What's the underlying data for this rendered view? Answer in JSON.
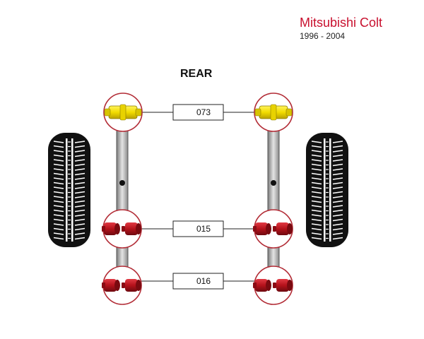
{
  "header": {
    "model": "Mitsubishi Colt",
    "years": "1996 - 2004"
  },
  "diagram": {
    "axle_label": "REAR",
    "parts": [
      {
        "code": "073",
        "bush_type": "single-bush",
        "bush_color": "#f2e000"
      },
      {
        "code": "015",
        "bush_type": "double-bush",
        "bush_color": "#b5121b"
      },
      {
        "code": "016",
        "bush_type": "double-bush",
        "bush_color": "#b5121b"
      }
    ],
    "colors": {
      "accent": "#c8102e",
      "circle_stroke": "#b22b35",
      "axle_fill": "#c8c8c8",
      "tyre": "#111111"
    }
  }
}
